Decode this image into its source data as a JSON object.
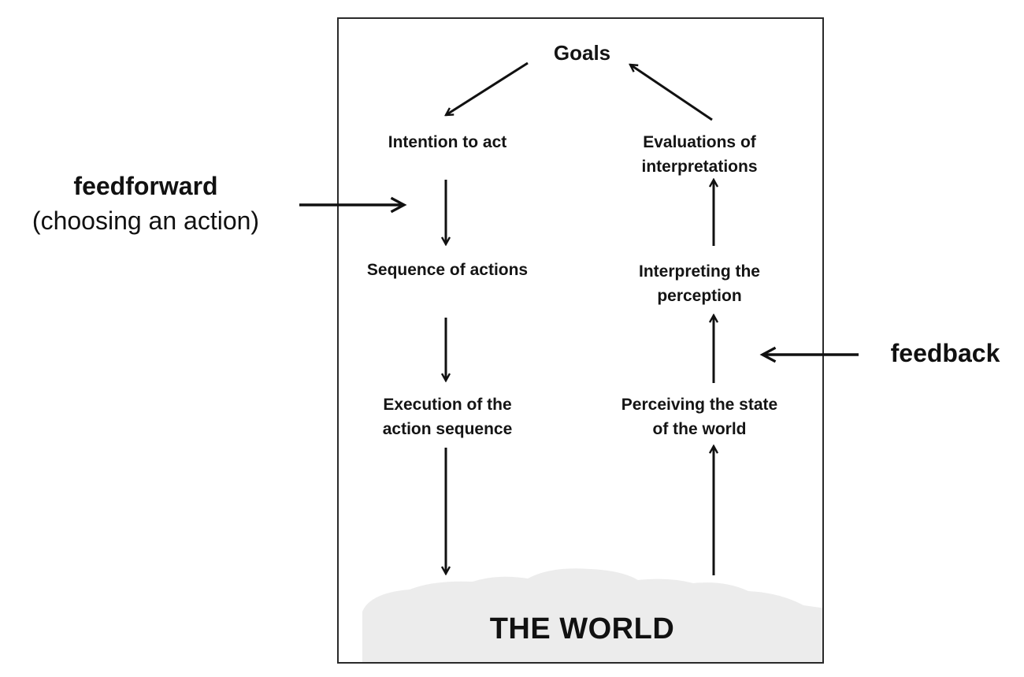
{
  "nodes": {
    "goals": "Goals",
    "intention": "Intention to act",
    "sequence": "Sequence of actions",
    "execution": "Execution of the\naction sequence",
    "evaluations": "Evaluations of\ninterpretations",
    "interpreting": "Interpreting the\nperception",
    "perceiving": "Perceiving the state\nof the world"
  },
  "world": "THE WORLD",
  "feedforward": {
    "title": "feedforward",
    "subtitle": "(choosing an action)"
  },
  "feedback": {
    "title": "feedback"
  },
  "colors": {
    "ink": "#111111",
    "frame": "#2a2a2a",
    "cloud": "#ececec"
  }
}
